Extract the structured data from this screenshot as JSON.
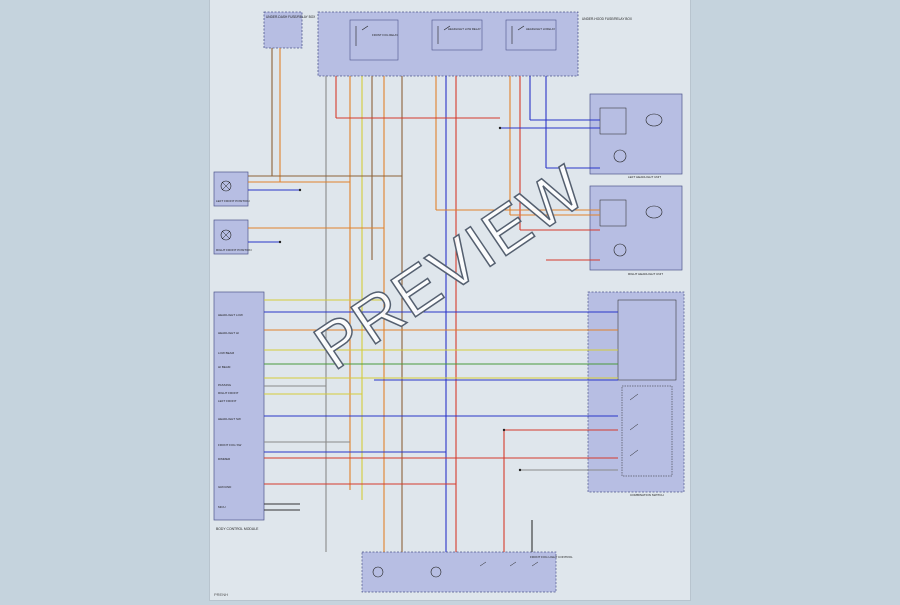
{
  "diagram": {
    "watermark": "PREVIEW",
    "footer_code": "PRENH",
    "colors": {
      "sheet": "#dfe6ec",
      "box_fill": "#b7bee3",
      "box_stroke": "#4e558c",
      "wire_blue": "#2a35c9",
      "wire_orange": "#e0822b",
      "wire_red": "#d63b2c",
      "wire_green": "#4a9a3b",
      "wire_yellow": "#d4cc3a",
      "wire_brown": "#8c6239",
      "wire_gray": "#8a8a8a",
      "wire_black": "#333333"
    },
    "top_fuse_label": "UNDER-DASH FUSE/RELAY BOX",
    "relay_box_label": "UNDER-HOOD FUSE/RELAY BOX",
    "relay_labels": [
      "FRONT FOG RELAY",
      "HEADLIGHT LOW RELAY",
      "HEADLIGHT HI RELAY"
    ],
    "left_boxes": [
      "LEFT FRONT POSITION",
      "RIGHT FRONT POSITION"
    ],
    "module_label": "BODY CONTROL MODULE",
    "module_rows": [
      "HEADLIGHT LOW",
      "HEADLIGHT HI",
      "LOW BEAM",
      "HI BEAM",
      "PASSING",
      "RIGHT FRONT",
      "LEFT FRONT",
      "HEADLIGHT SW",
      "FRONT FOG SW",
      "DIMMER",
      "GROUND",
      "MICU"
    ],
    "right_top_box": "LEFT HEADLIGHT UNIT",
    "right_mid_box": "RIGHT HEADLIGHT UNIT",
    "right_switch_box": "COMBINATION SWITCH",
    "bottom_box": "FRONT FOG LIGHT CONTROL"
  }
}
